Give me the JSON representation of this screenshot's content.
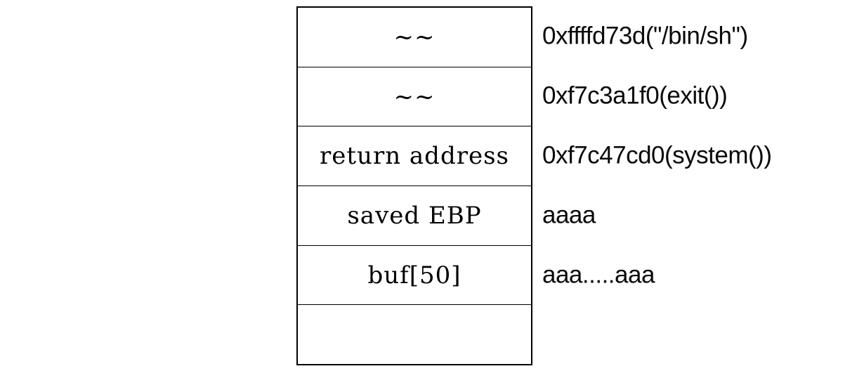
{
  "diagram": {
    "description": "stack-frame-layout",
    "colors": {
      "background": "#ffffff",
      "border": "#000000",
      "text": "#000000"
    },
    "rows": [
      {
        "cell": "~~",
        "annotation": "0xffffd73d(\"/bin/sh\")"
      },
      {
        "cell": "~~",
        "annotation": "0xf7c3a1f0(exit())"
      },
      {
        "cell": "return address",
        "annotation": "0xf7c47cd0(system())"
      },
      {
        "cell": "saved EBP",
        "annotation": "aaaa"
      },
      {
        "cell": "buf[50]",
        "annotation": "aaa.....aaa"
      },
      {
        "cell": "",
        "annotation": ""
      }
    ]
  }
}
